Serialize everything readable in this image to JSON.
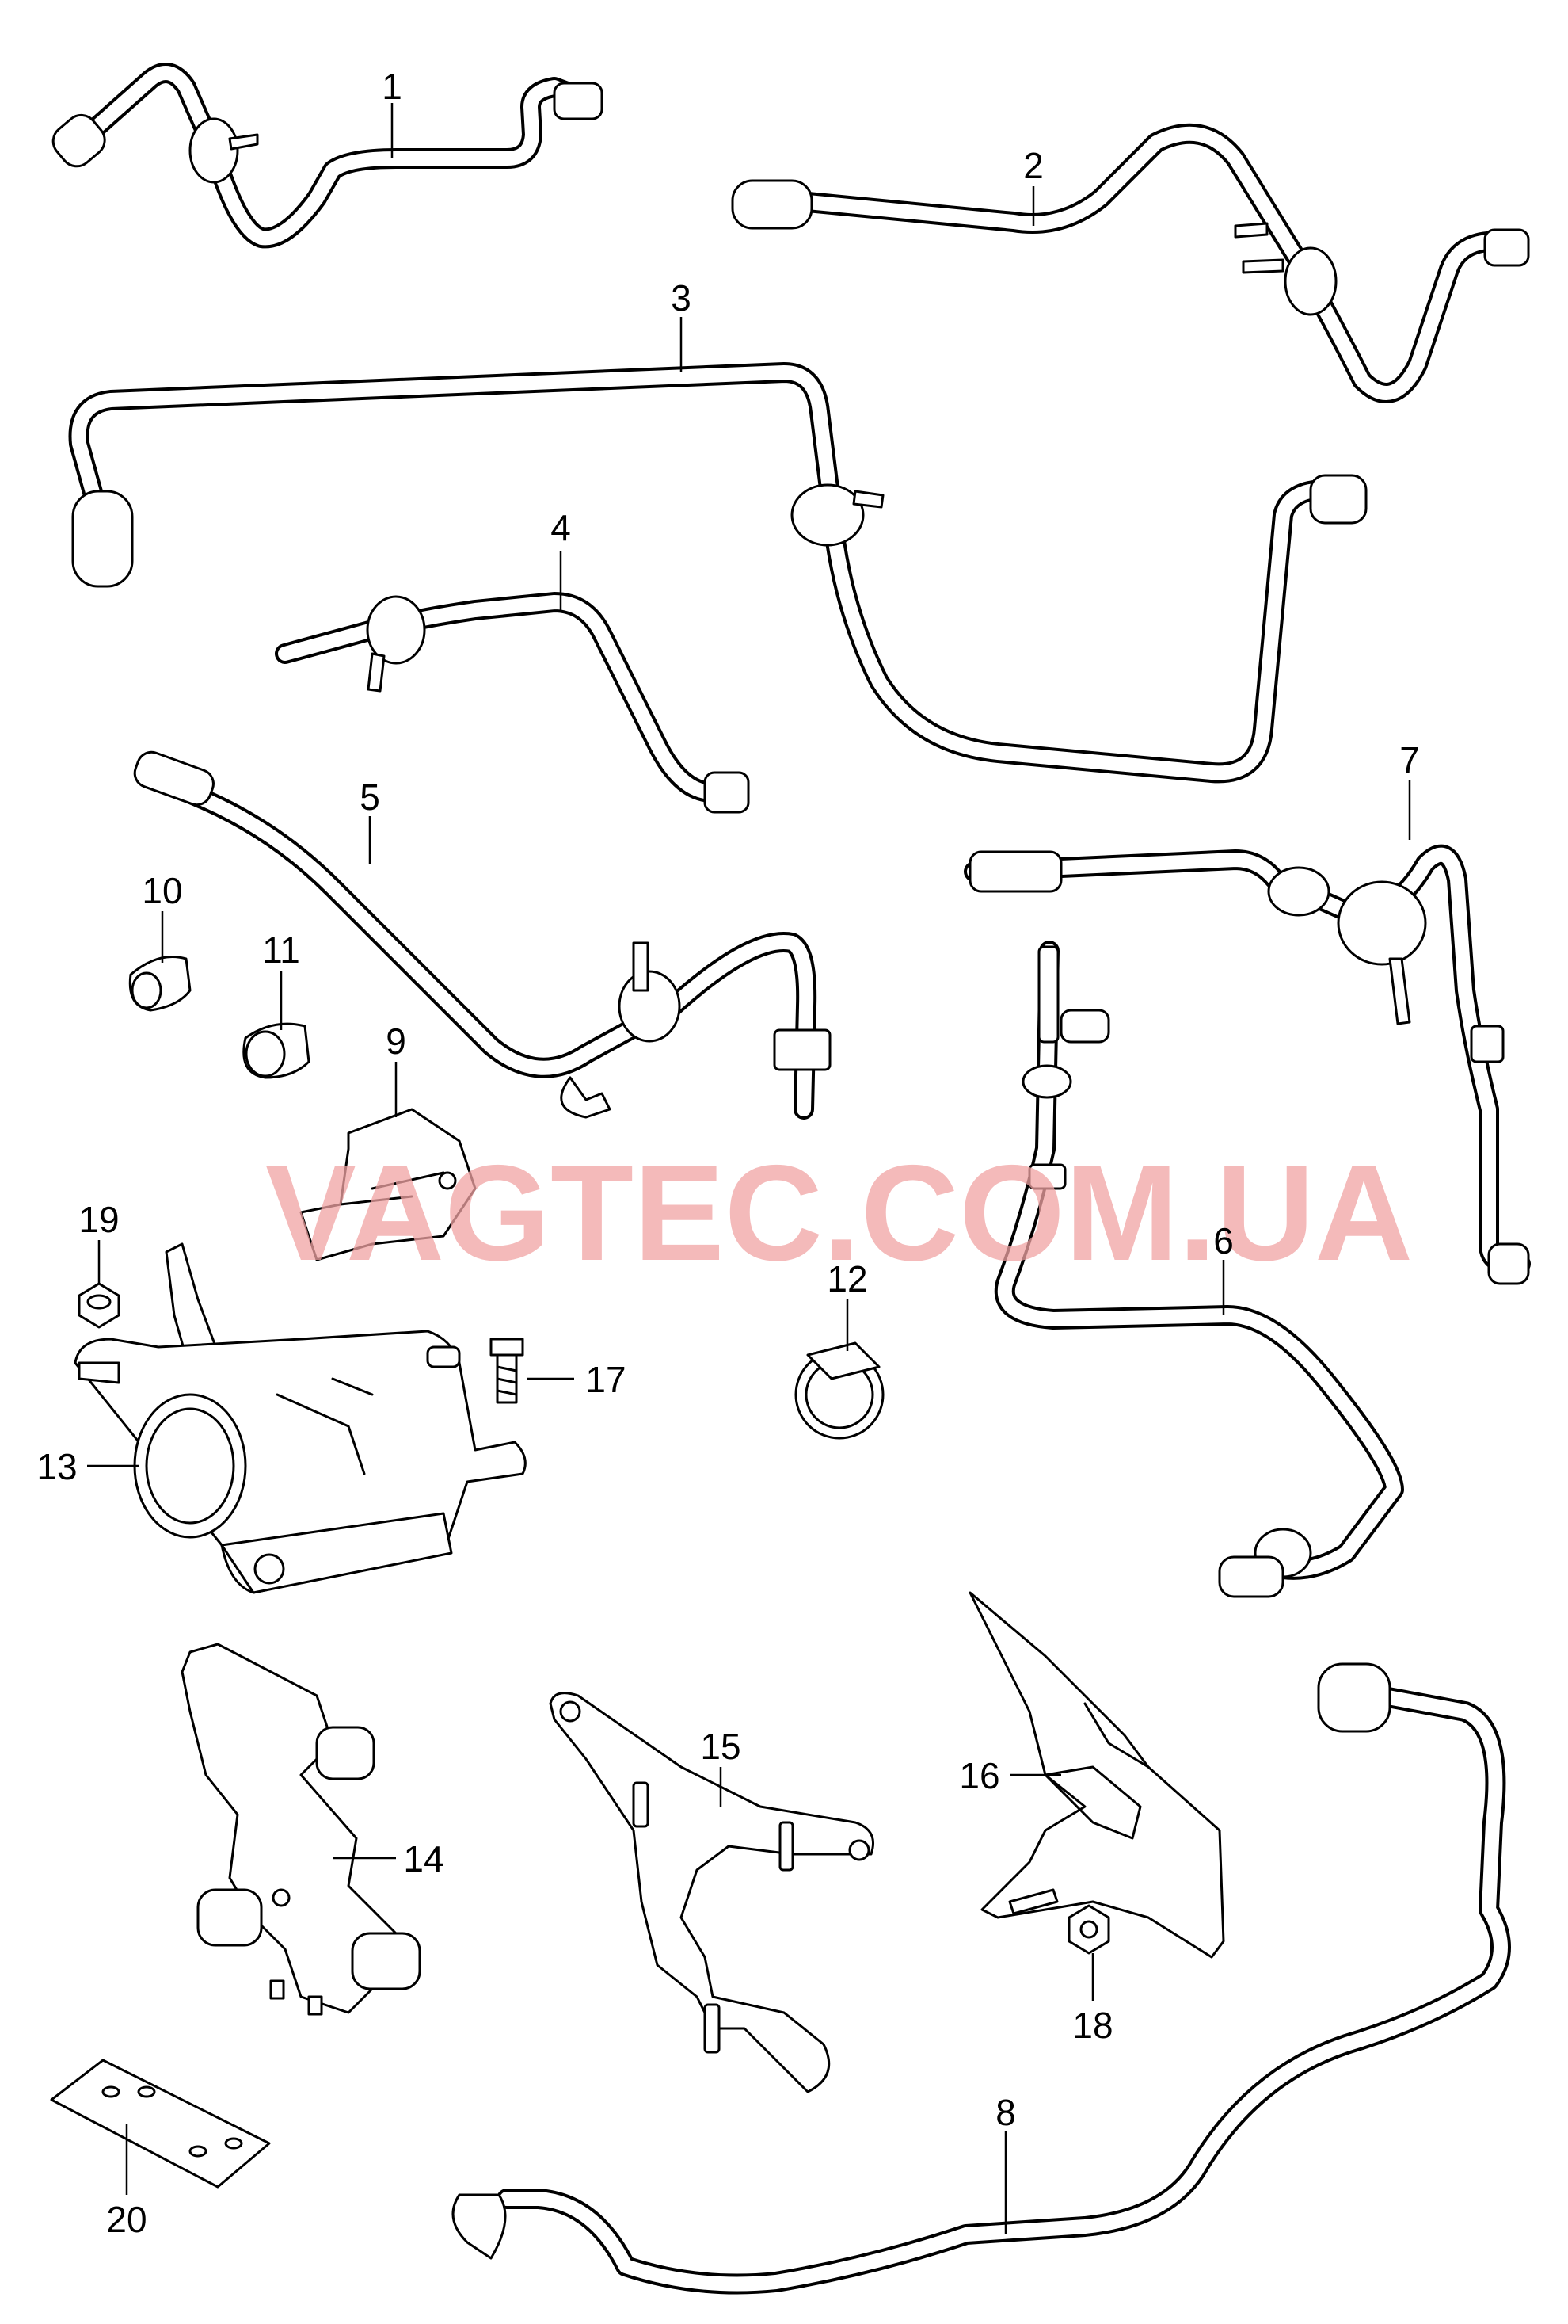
{
  "watermark": "VAGTEC.COM.UA",
  "callouts": {
    "c1": "1",
    "c2": "2",
    "c3": "3",
    "c4": "4",
    "c5": "5",
    "c6": "6",
    "c7": "7",
    "c8": "8",
    "c9": "9",
    "c10": "10",
    "c11": "11",
    "c12": "12",
    "c13": "13",
    "c14": "14",
    "c15": "15",
    "c16": "16",
    "c17": "17",
    "c18": "18",
    "c19": "19",
    "c20": "20"
  }
}
